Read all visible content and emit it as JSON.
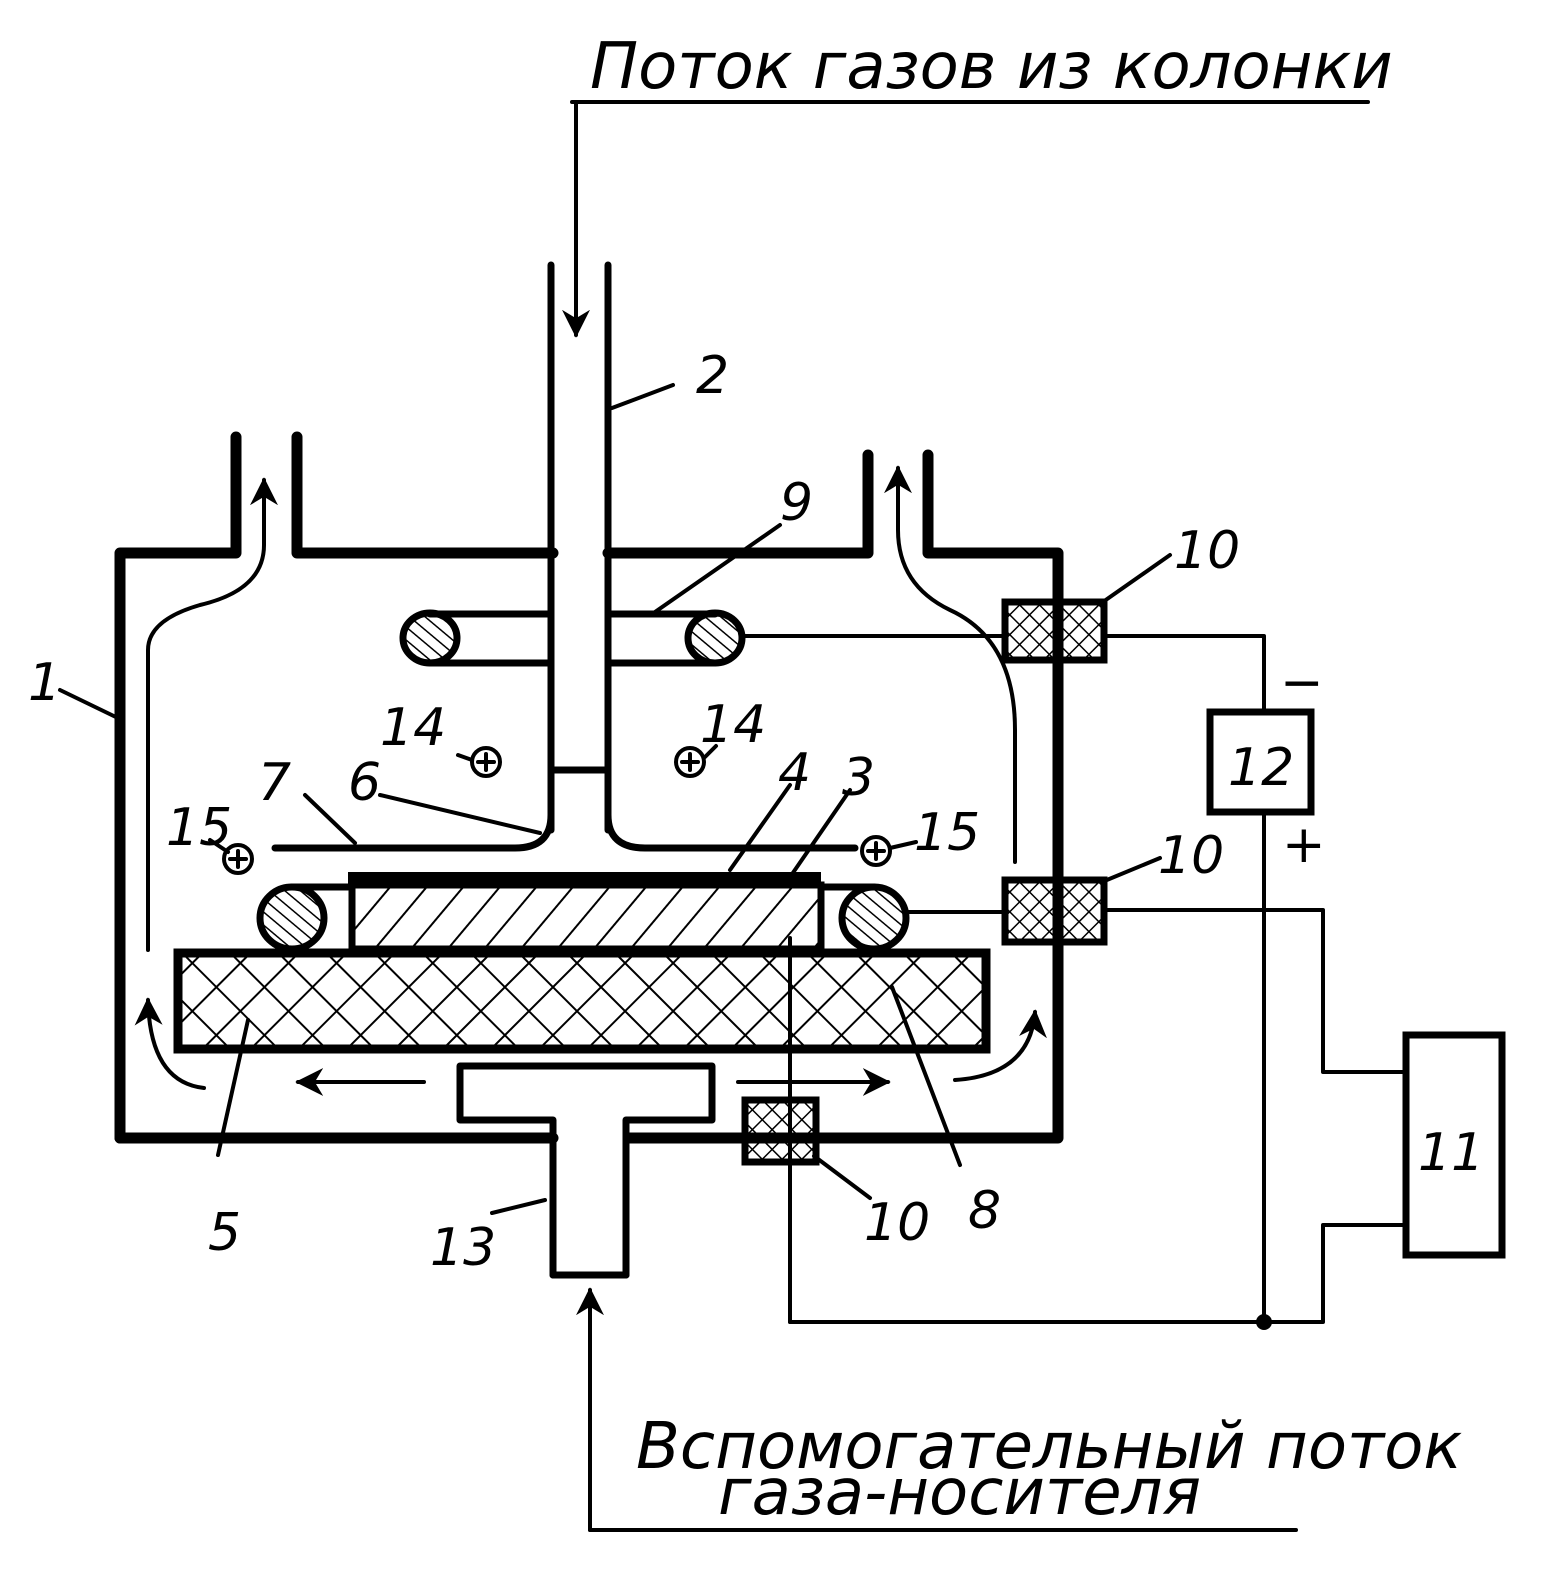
{
  "captions": {
    "top": "Поток газов из колонки",
    "bottom_line1": "Вспомогательный поток",
    "bottom_line2": "газа-носителя"
  },
  "labels": {
    "n1": "1",
    "n2": "2",
    "n3": "3",
    "n4": "4",
    "n5": "5",
    "n6": "6",
    "n7": "7",
    "n8": "8",
    "n9": "9",
    "n10": "10",
    "n11": "11",
    "n12": "12",
    "n13": "13",
    "n14": "14",
    "n15": "15"
  },
  "polarity": {
    "minus": "−",
    "plus": "+"
  },
  "ion_symbol": "⊕"
}
